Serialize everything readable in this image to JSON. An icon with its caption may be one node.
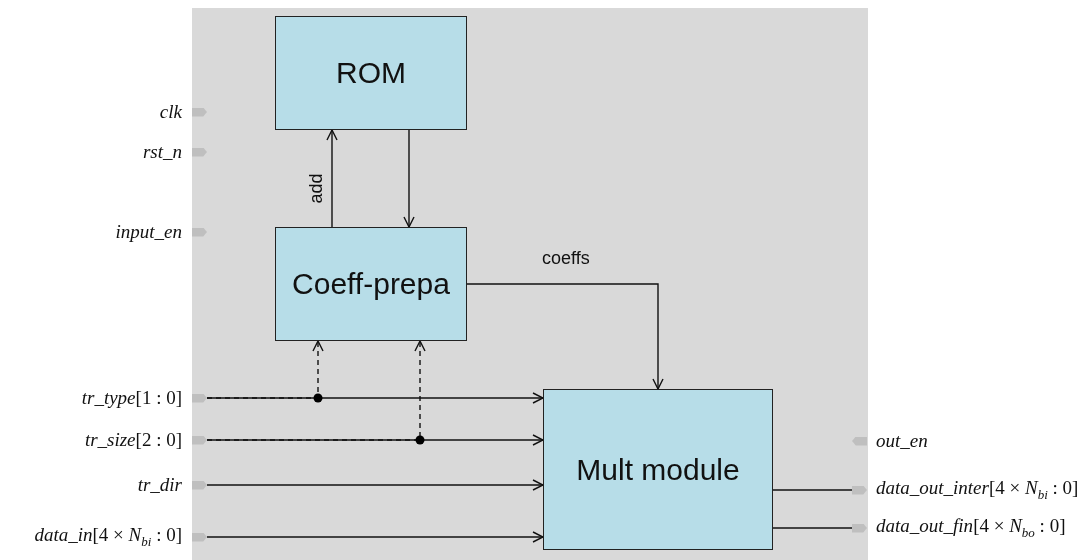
{
  "diagram": {
    "nodes": [
      {
        "text": [
          "ROM"
        ]
      },
      {
        "text": [
          "Coeff-prepa"
        ]
      },
      {
        "text": [
          "Mult module"
        ]
      },
      {
        "text": [
          "*tr_type*[1 : 0]"
        ]
      },
      {
        "text": [
          "*tr_size*[2 : 0]"
        ]
      },
      {
        "text": [
          "tr_dir"
        ]
      },
      {
        "text": [
          "*data_in*[4 × *N*$_{bi}$ : 0]"
        ]
      },
      {
        "text": [
          "*data_out_inter*[4 × *N*$_{bi}$ : 0]"
        ]
      },
      {
        "text": [
          "*data_out_fin*[4 × *N*$_{bo}$ : 0]"
        ]
      }
    ],
    "edges": [
      {
        "from": 1,
        "to": 0,
        "arrow": "to",
        "label": "add"
      },
      {
        "from": 0,
        "to": 1,
        "arrow": "to"
      },
      {
        "from": 1,
        "to": 2,
        "arrow": "to",
        "label": "coeffs"
      },
      {
        "from": 3,
        "to": 2,
        "arrow": "to"
      },
      {
        "from": 3,
        "to": 1,
        "arrow": "to",
        "style": "dashed"
      },
      {
        "from": 4,
        "to": 2,
        "arrow": "to"
      },
      {
        "from": 4,
        "to": 1,
        "arrow": "to",
        "style": "dashed"
      },
      {
        "from": 5,
        "to": 2,
        "arrow": "to"
      },
      {
        "from": 6,
        "to": 2,
        "arrow": "to"
      },
      {
        "from": 2,
        "to": 7,
        "arrow": "none"
      },
      {
        "from": 2,
        "to": 8,
        "arrow": "none"
      }
    ],
    "labels": [
      "clk",
      "rst_n",
      "input_en",
      "out_en"
    ]
  }
}
